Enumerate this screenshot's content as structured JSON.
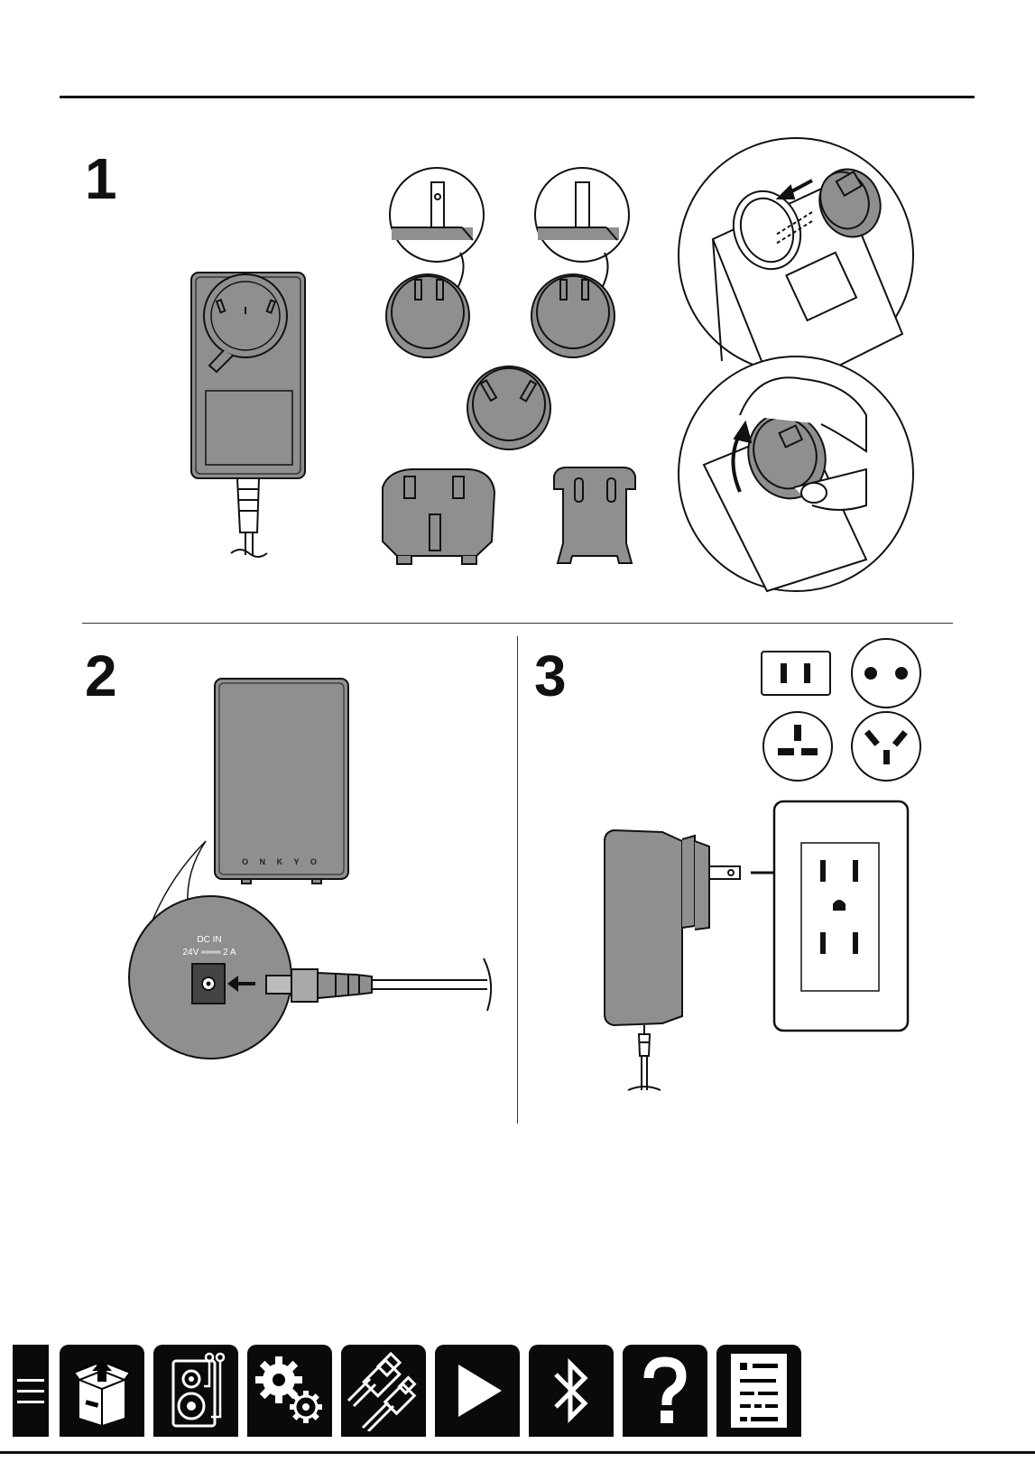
{
  "steps": {
    "one": "1",
    "two": "2",
    "three": "3"
  },
  "router_brand": "O N K Y O",
  "jack_label_line1": "DC IN",
  "jack_label_line2": "24V ═══ 2   A",
  "nav": {
    "menu_icon": "hamburger-menu-icon",
    "buttons": [
      {
        "name": "box-unpack-icon"
      },
      {
        "name": "speaker-connection-icon"
      },
      {
        "name": "settings-gears-icon"
      },
      {
        "name": "usb-cable-icon"
      },
      {
        "name": "play-icon"
      },
      {
        "name": "bluetooth-icon"
      },
      {
        "name": "help-question-icon"
      },
      {
        "name": "list-document-icon"
      }
    ]
  },
  "colors": {
    "ink": "#111111",
    "device_gray": "#8f8f8f",
    "dark_gray": "#555555",
    "light_gray": "#a9a9a9"
  }
}
